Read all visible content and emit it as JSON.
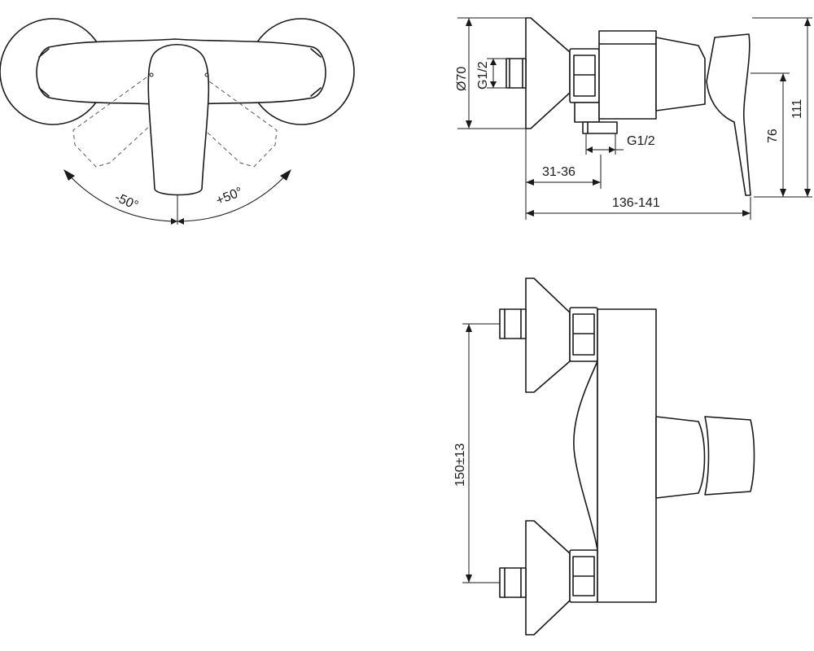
{
  "dimensions": {
    "angle_left": "-50°",
    "angle_right": "+50°",
    "flange_diameter": "Ø70",
    "inlet_thread": "G1/2",
    "outlet_thread": "G1/2",
    "height_total": "111",
    "height_handle": "76",
    "inlet_depth": "31-36",
    "projection": "136-141",
    "center_distance": "150±13"
  },
  "colors": {
    "line": "#1a1a1a",
    "background": "#ffffff"
  }
}
